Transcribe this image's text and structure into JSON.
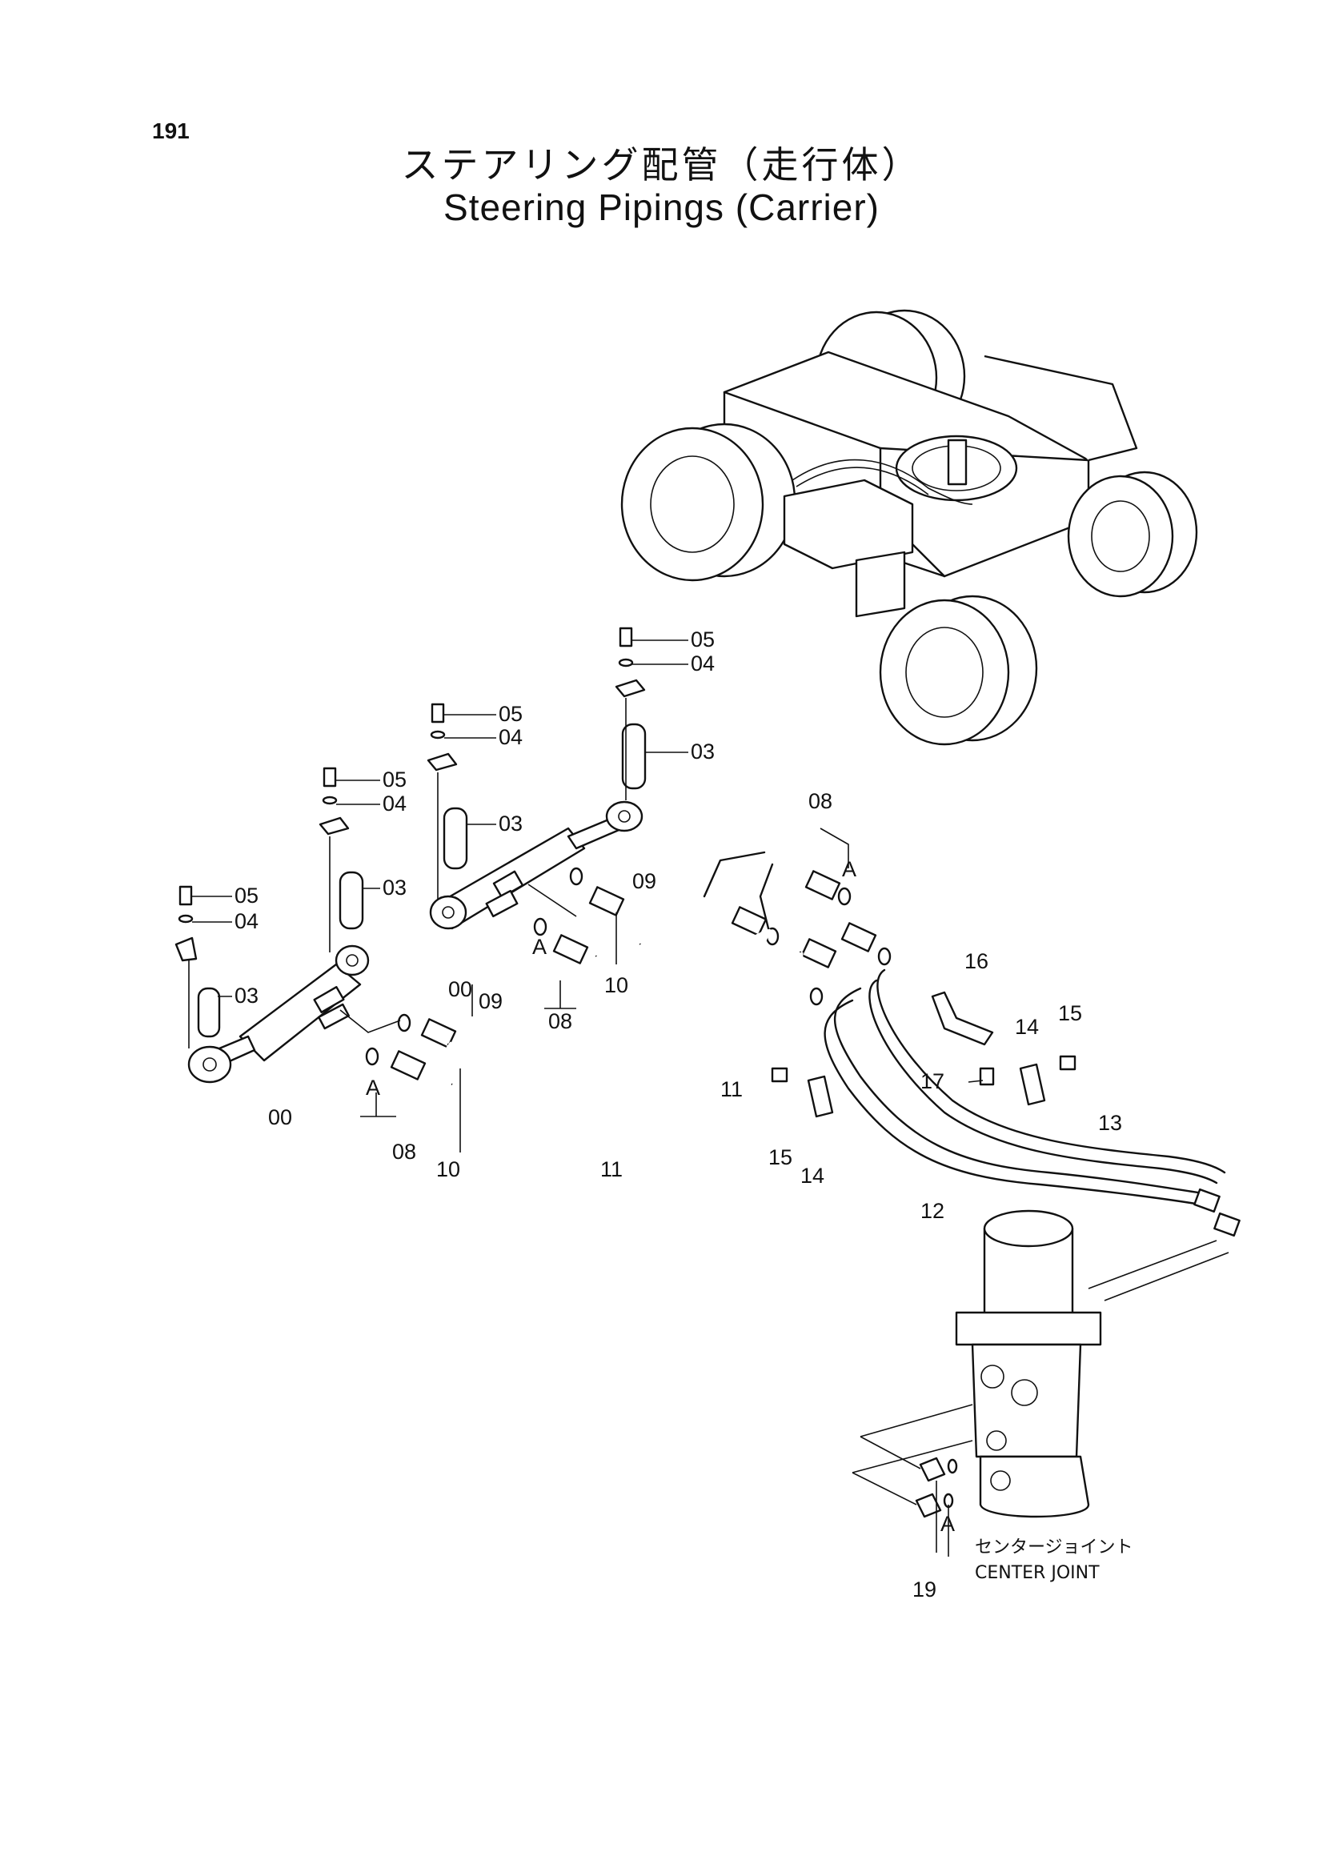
{
  "page": {
    "number": "191",
    "title_jp": "ステアリング配管（走行体）",
    "title_en": "Steering Pipings (Carrier)"
  },
  "callouts": [
    {
      "id": "c05a",
      "text": "05"
    },
    {
      "id": "c04a",
      "text": "04"
    },
    {
      "id": "c03a",
      "text": "03"
    },
    {
      "id": "c05b",
      "text": "05"
    },
    {
      "id": "c04b",
      "text": "04"
    },
    {
      "id": "c03b",
      "text": "03"
    },
    {
      "id": "c05c",
      "text": "05"
    },
    {
      "id": "c04c",
      "text": "04"
    },
    {
      "id": "c03c",
      "text": "03"
    },
    {
      "id": "c05d",
      "text": "05"
    },
    {
      "id": "c04d",
      "text": "04"
    },
    {
      "id": "c03d",
      "text": "03"
    },
    {
      "id": "c00a",
      "text": "00"
    },
    {
      "id": "c00b",
      "text": "00"
    },
    {
      "id": "c08a",
      "text": "08"
    },
    {
      "id": "c08b",
      "text": "08"
    },
    {
      "id": "c08c",
      "text": "08"
    },
    {
      "id": "c09a",
      "text": "09"
    },
    {
      "id": "c09b",
      "text": "09"
    },
    {
      "id": "c10a",
      "text": "10"
    },
    {
      "id": "c10b",
      "text": "10"
    },
    {
      "id": "c11a",
      "text": "11"
    },
    {
      "id": "c11b",
      "text": "11"
    },
    {
      "id": "c12",
      "text": "12"
    },
    {
      "id": "c13",
      "text": "13"
    },
    {
      "id": "c14a",
      "text": "14"
    },
    {
      "id": "c14b",
      "text": "14"
    },
    {
      "id": "c15a",
      "text": "15"
    },
    {
      "id": "c15b",
      "text": "15"
    },
    {
      "id": "c16",
      "text": "16"
    },
    {
      "id": "c17",
      "text": "17"
    },
    {
      "id": "c19",
      "text": "19"
    },
    {
      "id": "cA1",
      "text": "A"
    },
    {
      "id": "cA2",
      "text": "A"
    },
    {
      "id": "cA3",
      "text": "A"
    },
    {
      "id": "cA4",
      "text": "A"
    }
  ],
  "center_joint": {
    "label_jp": "センタージョイント",
    "label_en": "CENTER JOINT"
  }
}
